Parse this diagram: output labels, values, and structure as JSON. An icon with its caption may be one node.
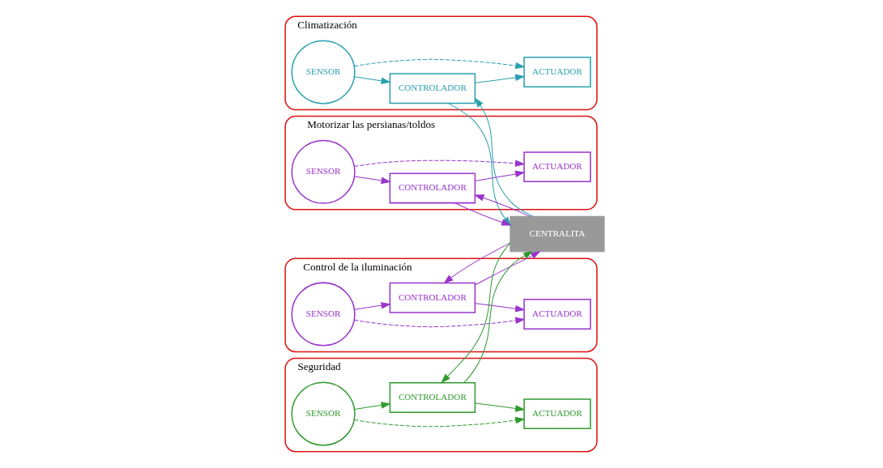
{
  "diagram": {
    "nodes": [
      {
        "text": [
          "Climatización"
        ]
      },
      {
        "text": [
          "SENSOR"
        ],
        "in": 0
      },
      {
        "text": [
          "CONTROLADOR"
        ],
        "in": 0
      },
      {
        "text": [
          "ACTUADOR"
        ],
        "in": 0
      },
      {
        "text": [
          "Motorizar las persianas/toldos"
        ]
      },
      {
        "text": [
          "SENSOR"
        ],
        "in": 4
      },
      {
        "text": [
          "ACTUADOR"
        ],
        "in": 4
      },
      {
        "text": [
          "CONTROLADOR"
        ],
        "in": 4
      },
      {
        "text": [
          "Control de la iluminación"
        ]
      },
      {
        "text": [
          "SENSOR"
        ],
        "in": 8
      },
      {
        "text": [
          "CONTROLADOR"
        ],
        "in": 8
      },
      {
        "text": [
          "ACTUADOR"
        ],
        "in": 8
      },
      {
        "text": [
          "CENTRALITA"
        ]
      },
      {
        "text": [
          "Seguridad"
        ]
      },
      {
        "text": [
          "CONTROLADOR"
        ],
        "in": 13
      },
      {
        "text": [
          "ACTUADOR"
        ],
        "in": 13
      },
      {
        "text": [
          "SENSOR"
        ],
        "in": 13
      }
    ],
    "edges": [
      {
        "from": 1,
        "to": 3,
        "arrow": "to",
        "style": "dashed",
        "color": "#2a9fb0"
      },
      {
        "from": 1,
        "to": 2,
        "arrow": "to",
        "color": "#2a9fb0"
      },
      {
        "from": 2,
        "to": 3,
        "arrow": "to",
        "color": "#2a9fb0"
      },
      {
        "from": 2,
        "to": 12,
        "arrow": "to",
        "color": "#2a9fb0"
      },
      {
        "from": 12,
        "to": 2,
        "arrow": "to",
        "color": "#2a9fb0"
      },
      {
        "from": 5,
        "to": 6,
        "arrow": "to",
        "style": "dashed"
      },
      {
        "from": 5,
        "to": 7,
        "arrow": "to"
      },
      {
        "from": 7,
        "to": 6,
        "arrow": "to"
      },
      {
        "from": 7,
        "to": 12,
        "arrow": "to"
      },
      {
        "from": 12,
        "to": 7,
        "arrow": "to"
      },
      {
        "from": 9,
        "to": 11,
        "arrow": "to",
        "style": "dashed"
      },
      {
        "from": 9,
        "to": 10,
        "arrow": "to"
      },
      {
        "from": 10,
        "to": 11,
        "arrow": "to"
      },
      {
        "from": 10,
        "to": 12,
        "arrow": "to"
      },
      {
        "from": 12,
        "to": 10,
        "arrow": "to"
      },
      {
        "from": 16,
        "to": 15,
        "arrow": "to",
        "style": "dashed",
        "color": "#2f9a2f"
      },
      {
        "from": 16,
        "to": 14,
        "arrow": "to",
        "color": "#2f9a2f"
      },
      {
        "from": 14,
        "to": 15,
        "arrow": "to",
        "color": "#2f9a2f"
      },
      {
        "from": 12,
        "to": 14,
        "arrow": "to",
        "color": "#2f9a2f"
      },
      {
        "from": 14,
        "to": 12,
        "arrow": "to",
        "color": "#2f9a2f"
      }
    ]
  }
}
